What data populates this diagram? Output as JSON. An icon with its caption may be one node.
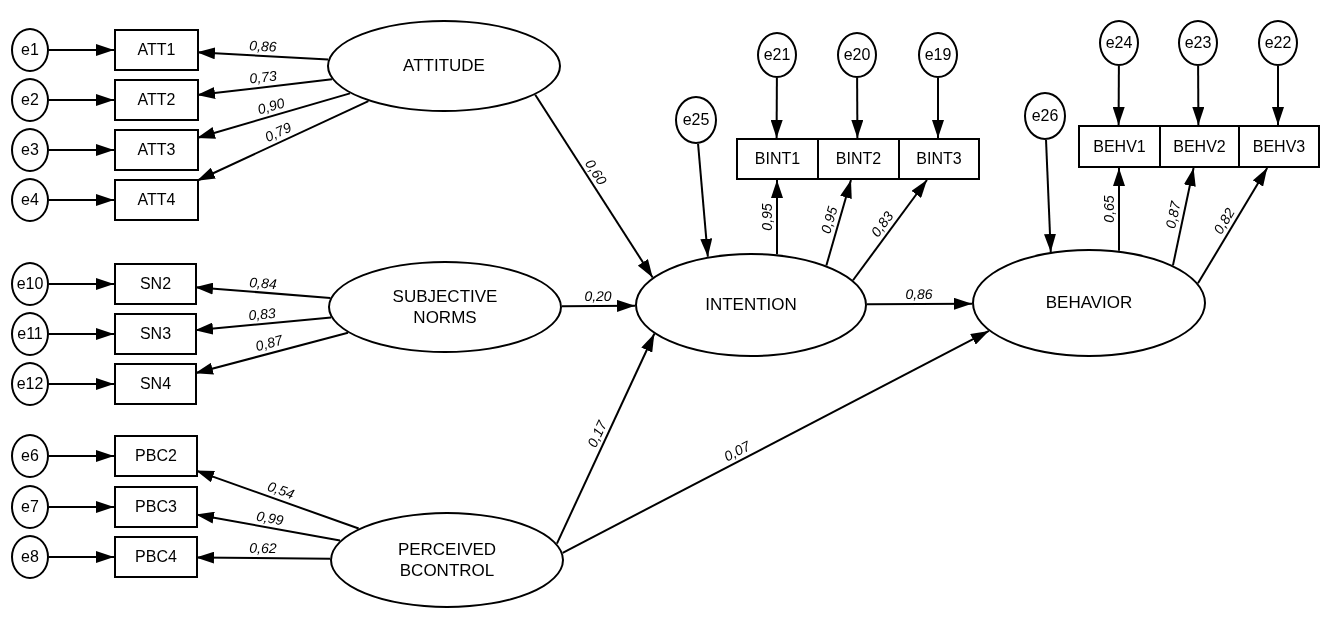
{
  "diagram": {
    "nodes": [
      {
        "text": [
          "e1"
        ]
      },
      {
        "text": [
          "e2"
        ]
      },
      {
        "text": [
          "e3"
        ]
      },
      {
        "text": [
          "e4"
        ]
      },
      {
        "text": [
          "ATT1"
        ]
      },
      {
        "text": [
          "ATT2"
        ]
      },
      {
        "text": [
          "ATT3"
        ]
      },
      {
        "text": [
          "ATT4"
        ]
      },
      {
        "text": [
          "ATTITUDE"
        ]
      },
      {
        "text": [
          "e10"
        ]
      },
      {
        "text": [
          "e11"
        ]
      },
      {
        "text": [
          "e12"
        ]
      },
      {
        "text": [
          "SN2"
        ]
      },
      {
        "text": [
          "SN3"
        ]
      },
      {
        "text": [
          "SN4"
        ]
      },
      {
        "text": [
          "SUBJECTIVE NORMS"
        ]
      },
      {
        "text": [
          "e6"
        ]
      },
      {
        "text": [
          "e7"
        ]
      },
      {
        "text": [
          "e8"
        ]
      },
      {
        "text": [
          "PBC2"
        ]
      },
      {
        "text": [
          "PBC3"
        ]
      },
      {
        "text": [
          "PBC4"
        ]
      },
      {
        "text": [
          "PERCEIVED BCONTROL"
        ]
      },
      {
        "text": [
          "e25"
        ]
      },
      {
        "text": [
          "e21"
        ]
      },
      {
        "text": [
          "e20"
        ]
      },
      {
        "text": [
          "e19"
        ]
      },
      {
        "text": [
          "BINT1"
        ]
      },
      {
        "text": [
          "BINT2"
        ]
      },
      {
        "text": [
          "BINT3"
        ]
      },
      {
        "text": [
          "INTENTION"
        ]
      },
      {
        "text": [
          "e26"
        ]
      },
      {
        "text": [
          "e24"
        ]
      },
      {
        "text": [
          "e23"
        ]
      },
      {
        "text": [
          "e22"
        ]
      },
      {
        "text": [
          "BEHV1"
        ]
      },
      {
        "text": [
          "BEHV2"
        ]
      },
      {
        "text": [
          "BEHV3"
        ]
      },
      {
        "text": [
          "BEHAVIOR"
        ]
      }
    ],
    "edges": [
      {
        "from": 0,
        "to": 4,
        "arrow": "to"
      },
      {
        "from": 1,
        "to": 5,
        "arrow": "to"
      },
      {
        "from": 2,
        "to": 6,
        "arrow": "to"
      },
      {
        "from": 3,
        "to": 7,
        "arrow": "to"
      },
      {
        "from": 8,
        "to": 4,
        "arrow": "to",
        "label": "0,86"
      },
      {
        "from": 8,
        "to": 5,
        "arrow": "to",
        "label": "0,73"
      },
      {
        "from": 8,
        "to": 6,
        "arrow": "to",
        "label": "0,90"
      },
      {
        "from": 8,
        "to": 7,
        "arrow": "to",
        "label": "0,79"
      },
      {
        "from": 9,
        "to": 12,
        "arrow": "to"
      },
      {
        "from": 10,
        "to": 13,
        "arrow": "to"
      },
      {
        "from": 11,
        "to": 14,
        "arrow": "to"
      },
      {
        "from": 15,
        "to": 12,
        "arrow": "to",
        "label": "0,84"
      },
      {
        "from": 15,
        "to": 13,
        "arrow": "to",
        "label": "0,83"
      },
      {
        "from": 15,
        "to": 14,
        "arrow": "to",
        "label": "0,87"
      },
      {
        "from": 16,
        "to": 19,
        "arrow": "to"
      },
      {
        "from": 17,
        "to": 20,
        "arrow": "to"
      },
      {
        "from": 18,
        "to": 21,
        "arrow": "to"
      },
      {
        "from": 22,
        "to": 19,
        "arrow": "to",
        "label": "0,54"
      },
      {
        "from": 22,
        "to": 20,
        "arrow": "to",
        "label": "0,99"
      },
      {
        "from": 22,
        "to": 21,
        "arrow": "to",
        "label": "0,62"
      },
      {
        "from": 23,
        "to": 30,
        "arrow": "to"
      },
      {
        "from": 24,
        "to": 27,
        "arrow": "to"
      },
      {
        "from": 25,
        "to": 28,
        "arrow": "to"
      },
      {
        "from": 26,
        "to": 29,
        "arrow": "to"
      },
      {
        "from": 30,
        "to": 27,
        "arrow": "to",
        "label": "0,95"
      },
      {
        "from": 30,
        "to": 28,
        "arrow": "to",
        "label": "0,95"
      },
      {
        "from": 30,
        "to": 29,
        "arrow": "to",
        "label": "0,83"
      },
      {
        "from": 8,
        "to": 30,
        "arrow": "to",
        "label": "0,60"
      },
      {
        "from": 15,
        "to": 30,
        "arrow": "to",
        "label": "0,20"
      },
      {
        "from": 22,
        "to": 30,
        "arrow": "to",
        "label": "0,17"
      },
      {
        "from": 30,
        "to": 38,
        "arrow": "to",
        "label": "0,86"
      },
      {
        "from": 22,
        "to": 38,
        "arrow": "to",
        "label": "0,07"
      },
      {
        "from": 31,
        "to": 38,
        "arrow": "to"
      },
      {
        "from": 32,
        "to": 35,
        "arrow": "to"
      },
      {
        "from": 33,
        "to": 36,
        "arrow": "to"
      },
      {
        "from": 34,
        "to": 37,
        "arrow": "to"
      },
      {
        "from": 38,
        "to": 35,
        "arrow": "to",
        "label": "0,65"
      },
      {
        "from": 38,
        "to": 36,
        "arrow": "to",
        "label": "0,87"
      },
      {
        "from": 38,
        "to": 37,
        "arrow": "to",
        "label": "0,82"
      }
    ]
  }
}
